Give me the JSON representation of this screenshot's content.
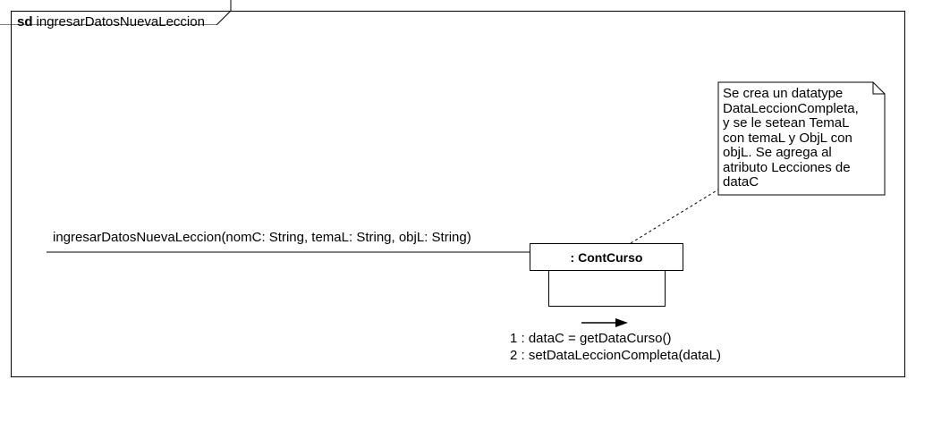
{
  "frame": {
    "keyword": "sd",
    "name": "ingresarDatosNuevaLeccion"
  },
  "incoming_message": {
    "label": "ingresarDatosNuevaLeccion(nomC: String, temaL: String, objL: String)"
  },
  "lifeline": {
    "name": ": ContCurso"
  },
  "calls": [
    {
      "label": "1 : dataC = getDataCurso()"
    },
    {
      "label": "2 : setDataLeccionCompleta(dataL)"
    }
  ],
  "note": {
    "lines": [
      "Se crea un datatype",
      "DataLeccionCompleta,",
      "y se le setean TemaL",
      "con temaL y ObjL con",
      "objL. Se agrega al",
      "atributo Lecciones de",
      "dataC"
    ]
  }
}
